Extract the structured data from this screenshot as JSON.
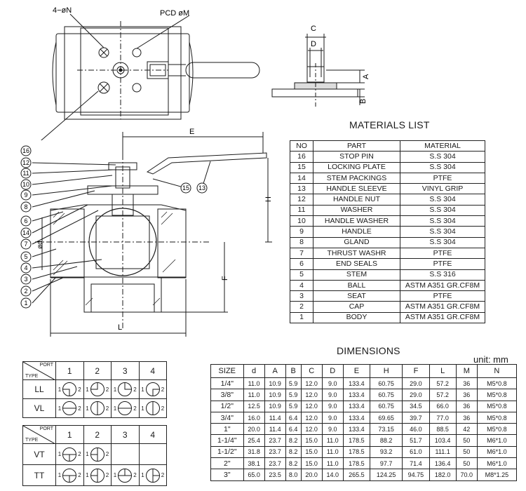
{
  "drawing": {
    "top_labels": {
      "holes": "4−øN",
      "pcd": "PCD øM"
    },
    "dim_letters": {
      "C": "C",
      "D": "D",
      "A": "A",
      "B": "B",
      "E": "E",
      "H": "H",
      "F": "F",
      "L": "L",
      "d": "ød"
    },
    "balloons": [
      "16",
      "12",
      "11",
      "10",
      "9",
      "8",
      "6",
      "14",
      "7",
      "5",
      "4",
      "3",
      "2",
      "1",
      "15",
      "13"
    ]
  },
  "materials": {
    "title": "MATERIALS LIST",
    "headers": [
      "NO",
      "PART",
      "MATERIAL"
    ],
    "rows": [
      [
        "16",
        "STOP PIN",
        "S.S 304"
      ],
      [
        "15",
        "LOCKING PLATE",
        "S.S 304"
      ],
      [
        "14",
        "STEM PACKINGS",
        "PTFE"
      ],
      [
        "13",
        "HANDLE SLEEVE",
        "VINYL GRIP"
      ],
      [
        "12",
        "HANDLE NUT",
        "S.S 304"
      ],
      [
        "11",
        "WASHER",
        "S.S 304"
      ],
      [
        "10",
        "HANDLE WASHER",
        "S.S 304"
      ],
      [
        "9",
        "HANDLE",
        "S.S 304"
      ],
      [
        "8",
        "GLAND",
        "S.S 304"
      ],
      [
        "7",
        "THRUST WASHR",
        "PTFE"
      ],
      [
        "6",
        "END SEALS",
        "PTFE"
      ],
      [
        "5",
        "STEM",
        "S.S 316"
      ],
      [
        "4",
        "BALL",
        "ASTM A351 GR.CF8M"
      ],
      [
        "3",
        "SEAT",
        "PTFE"
      ],
      [
        "2",
        "CAP",
        "ASTM A351 GR.CF8M"
      ],
      [
        "1",
        "BODY",
        "ASTM A351 GR.CF8M"
      ]
    ]
  },
  "dimensions": {
    "title": "DIMENSIONS",
    "unit": "unit: mm",
    "headers": [
      "SIZE",
      "d",
      "A",
      "B",
      "C",
      "D",
      "E",
      "H",
      "F",
      "L",
      "M",
      "N"
    ],
    "rows": [
      [
        "1/4\"",
        "11.0",
        "10.9",
        "5.9",
        "12.0",
        "9.0",
        "133.4",
        "60.75",
        "29.0",
        "57.2",
        "36",
        "M5*0.8"
      ],
      [
        "3/8\"",
        "11.0",
        "10.9",
        "5.9",
        "12.0",
        "9.0",
        "133.4",
        "60.75",
        "29.0",
        "57.2",
        "36",
        "M5*0.8"
      ],
      [
        "1/2\"",
        "12.5",
        "10.9",
        "5.9",
        "12.0",
        "9.0",
        "133.4",
        "60.75",
        "34.5",
        "66.0",
        "36",
        "M5*0.8"
      ],
      [
        "3/4\"",
        "16.0",
        "11.4",
        "6.4",
        "12.0",
        "9.0",
        "133.4",
        "69.65",
        "39.7",
        "77.0",
        "36",
        "M5*0.8"
      ],
      [
        "1\"",
        "20.0",
        "11.4",
        "6.4",
        "12.0",
        "9.0",
        "133.4",
        "73.15",
        "46.0",
        "88.5",
        "42",
        "M5*0.8"
      ],
      [
        "1-1/4\"",
        "25.4",
        "23.7",
        "8.2",
        "15.0",
        "11.0",
        "178.5",
        "88.2",
        "51.7",
        "103.4",
        "50",
        "M6*1.0"
      ],
      [
        "1-1/2\"",
        "31.8",
        "23.7",
        "8.2",
        "15.0",
        "11.0",
        "178.5",
        "93.2",
        "61.0",
        "111.1",
        "50",
        "M6*1.0"
      ],
      [
        "2\"",
        "38.1",
        "23.7",
        "8.2",
        "15.0",
        "11.0",
        "178.5",
        "97.7",
        "71.4",
        "136.4",
        "50",
        "M6*1.0"
      ],
      [
        "3\"",
        "65.0",
        "23.5",
        "8.0",
        "20.0",
        "14.0",
        "265.5",
        "124.25",
        "94.75",
        "182.0",
        "70.0",
        "M8*1.25"
      ]
    ]
  },
  "ports_top": {
    "corner_top": "PORT",
    "corner_bottom": "TYPE",
    "ports": [
      "1",
      "2",
      "3",
      "4"
    ],
    "types": [
      "LL",
      "VL"
    ]
  },
  "ports_bottom": {
    "corner_top": "PORT",
    "corner_bottom": "TYPE",
    "ports": [
      "1",
      "2",
      "3",
      "4"
    ],
    "types": [
      "VT",
      "TT"
    ]
  },
  "icon_port_labels": {
    "one": "1",
    "two": "2"
  }
}
